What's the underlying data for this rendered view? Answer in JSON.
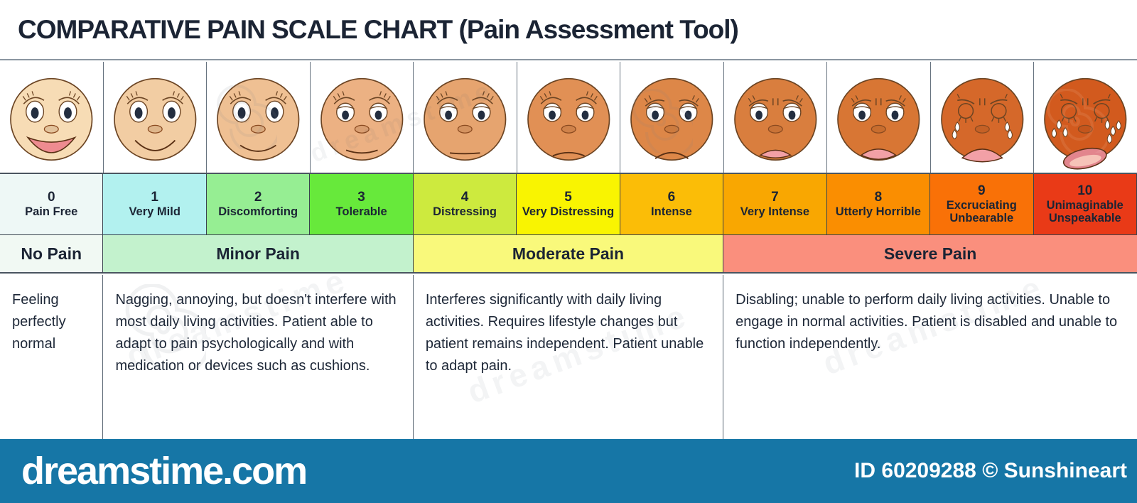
{
  "title": "COMPARATIVE PAIN SCALE CHART (Pain Assessment Tool)",
  "watermark_text": "dreamstime",
  "scale": {
    "cells": [
      {
        "number": "0",
        "label": "Pain Free",
        "bg": "#eef8f6"
      },
      {
        "number": "1",
        "label": "Very Mild",
        "bg": "#b2f1ef"
      },
      {
        "number": "2",
        "label": "Discomforting",
        "bg": "#96ee93"
      },
      {
        "number": "3",
        "label": "Tolerable",
        "bg": "#67e93b"
      },
      {
        "number": "4",
        "label": "Distressing",
        "bg": "#cdea3e"
      },
      {
        "number": "5",
        "label": "Very Distressing",
        "bg": "#f9f401"
      },
      {
        "number": "6",
        "label": "Intense",
        "bg": "#fbbd07"
      },
      {
        "number": "7",
        "label": "Very Intense",
        "bg": "#f9a701"
      },
      {
        "number": "8",
        "label": "Utterly Horrible",
        "bg": "#fa8e01"
      },
      {
        "number": "9",
        "label": "Excruciating Unbearable",
        "bg": "#f97107"
      },
      {
        "number": "10",
        "label": "Unimaginable Unspeakable",
        "bg": "#e93a17"
      }
    ]
  },
  "categories": [
    {
      "label": "No Pain",
      "bg": "#f1f9f3"
    },
    {
      "label": "Minor Pain",
      "bg": "#c3f2cd"
    },
    {
      "label": "Moderate Pain",
      "bg": "#f9f97b"
    },
    {
      "label": "Severe Pain",
      "bg": "#fa8f7d"
    }
  ],
  "descriptions": [
    {
      "text": "Feeling perfectly normal"
    },
    {
      "text": "Nagging, annoying, but doesn't interfere with most daily living activities. Patient able to adapt to pain psychologically and with medication or devices such as cushions."
    },
    {
      "text": "Interferes significantly with daily living activities. Requires lifestyle changes but patient remains independent. Patient unable to adapt pain."
    },
    {
      "text": "Disabling; unable to perform daily living activities. Unable to engage in normal activities. Patient is disabled and unable to function independently."
    }
  ],
  "faces": [
    {
      "skin": "#f7dcb5",
      "eyes": "open",
      "brows": "arch",
      "furrow": false,
      "mouth": "open-smile",
      "tears": 0
    },
    {
      "skin": "#f2cda3",
      "eyes": "open",
      "brows": "arch",
      "furrow": false,
      "mouth": "smile",
      "tears": 0
    },
    {
      "skin": "#efc093",
      "eyes": "open",
      "brows": "arch",
      "furrow": false,
      "mouth": "soft-smile",
      "tears": 0
    },
    {
      "skin": "#ecb183",
      "eyes": "lid",
      "brows": "arch",
      "furrow": false,
      "mouth": "slight-smile",
      "tears": 0
    },
    {
      "skin": "#e6a46f",
      "eyes": "lid",
      "brows": "arch",
      "furrow": false,
      "mouth": "flat",
      "tears": 0
    },
    {
      "skin": "#e19055",
      "eyes": "lid",
      "brows": "arch",
      "furrow": false,
      "mouth": "slight-frown",
      "tears": 0
    },
    {
      "skin": "#dd8748",
      "eyes": "lid",
      "brows": "sad",
      "furrow": false,
      "mouth": "frown",
      "tears": 0
    },
    {
      "skin": "#d97e3e",
      "eyes": "lid",
      "brows": "sad",
      "furrow": true,
      "mouth": "open-frown-small",
      "tears": 0
    },
    {
      "skin": "#d87634",
      "eyes": "lid",
      "brows": "sad",
      "furrow": true,
      "mouth": "open-frown",
      "tears": 0
    },
    {
      "skin": "#d5682a",
      "eyes": "closed",
      "brows": "angry",
      "furrow": true,
      "mouth": "open-frown-big",
      "tears": 1
    },
    {
      "skin": "#d25a1e",
      "eyes": "closed",
      "brows": "angry",
      "furrow": true,
      "mouth": "wail",
      "tears": 2
    }
  ],
  "footer": {
    "watermark": "dreamstime.com",
    "credit": "ID 60209288 © Sunshineart",
    "bg": "#1676a6"
  },
  "chart_data": {
    "type": "table",
    "title": "COMPARATIVE PAIN SCALE CHART (Pain Assessment Tool)",
    "x": [
      0,
      1,
      2,
      3,
      4,
      5,
      6,
      7,
      8,
      9,
      10
    ],
    "labels": [
      "Pain Free",
      "Very Mild",
      "Discomforting",
      "Tolerable",
      "Distressing",
      "Very Distressing",
      "Intense",
      "Very Intense",
      "Utterly Horrible",
      "Excruciating Unbearable",
      "Unimaginable Unspeakable"
    ],
    "groups": [
      {
        "name": "No Pain",
        "range": [
          0,
          0
        ],
        "description": "Feeling perfectly normal"
      },
      {
        "name": "Minor Pain",
        "range": [
          1,
          3
        ],
        "description": "Nagging, annoying, but doesn't interfere with most daily living activities. Patient able to adapt to pain psychologically and with medication or devices such as cushions."
      },
      {
        "name": "Moderate Pain",
        "range": [
          4,
          6
        ],
        "description": "Interferes significantly with daily living activities. Requires lifestyle changes but patient remains independent. Patient unable to adapt pain."
      },
      {
        "name": "Severe Pain",
        "range": [
          7,
          10
        ],
        "description": "Disabling; unable to perform daily living activities. Unable to engage in normal activities. Patient is disabled and unable to function independently."
      }
    ]
  }
}
